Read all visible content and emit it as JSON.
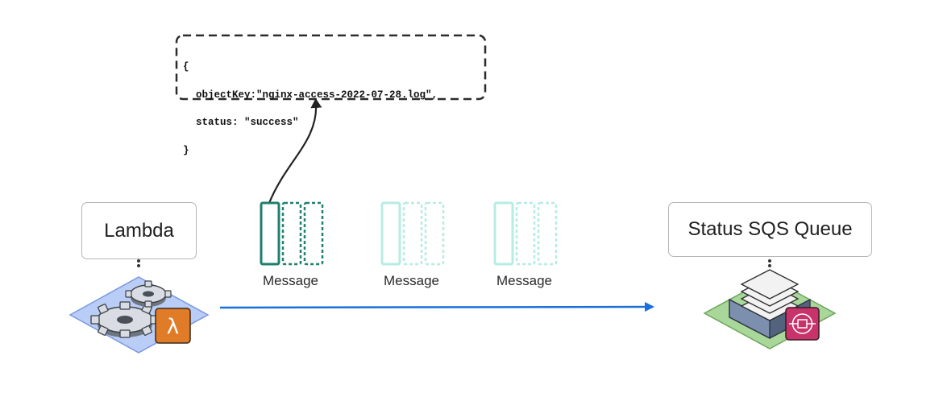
{
  "nodes": {
    "lambda": {
      "label": "Lambda"
    },
    "sqs": {
      "label": "Status SQS Queue"
    }
  },
  "note": {
    "open_brace": "{",
    "line1": "objectKey:\"nginx-access-2022-07-28.log\",",
    "line2": "status: \"success\"",
    "close_brace": "}"
  },
  "messages": [
    {
      "label": "Message",
      "state": "active"
    },
    {
      "label": "Message",
      "state": "faded"
    },
    {
      "label": "Message",
      "state": "faded"
    }
  ],
  "colors": {
    "flow_arrow": "#1a6fd8",
    "message_active": "#1e7f6e",
    "message_faded": "#b6ece4",
    "lambda_badge": "#e07b27",
    "sqs_badge": "#c8336a",
    "lambda_base": "#b9cdf7",
    "sqs_base": "#a9d79a"
  },
  "icons": {
    "lambda": "lambda-icon",
    "sqs": "sqs-icon",
    "gears": "gears-icon",
    "stack": "stack-icon"
  }
}
